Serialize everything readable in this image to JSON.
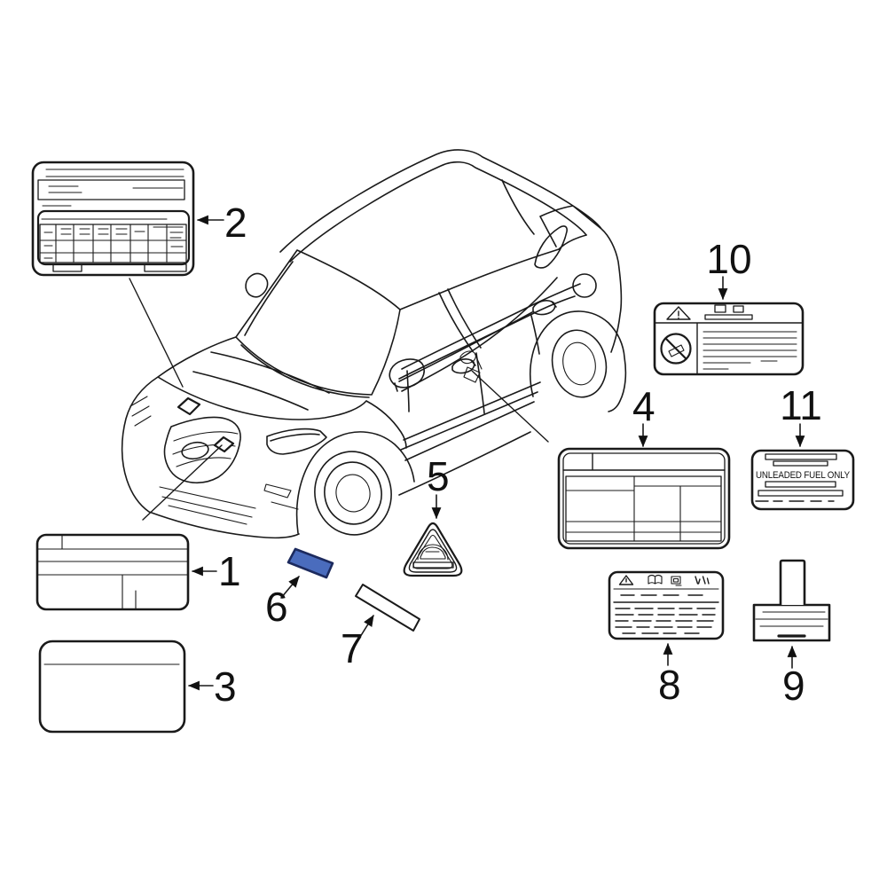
{
  "diagram": {
    "background": "#ffffff",
    "line_color": "#1a1a1a",
    "callout_color": "#111111"
  },
  "decal": {
    "fill": "#4a6cbd",
    "border": "#1c2a5e"
  },
  "fuel_label": {
    "text": "UNLEADED FUEL ONLY"
  },
  "callouts": [
    {
      "number": "1"
    },
    {
      "number": "2"
    },
    {
      "number": "3"
    },
    {
      "number": "4"
    },
    {
      "number": "5"
    },
    {
      "number": "6"
    },
    {
      "number": "7"
    },
    {
      "number": "8"
    },
    {
      "number": "9"
    },
    {
      "number": "10"
    },
    {
      "number": "11"
    }
  ]
}
